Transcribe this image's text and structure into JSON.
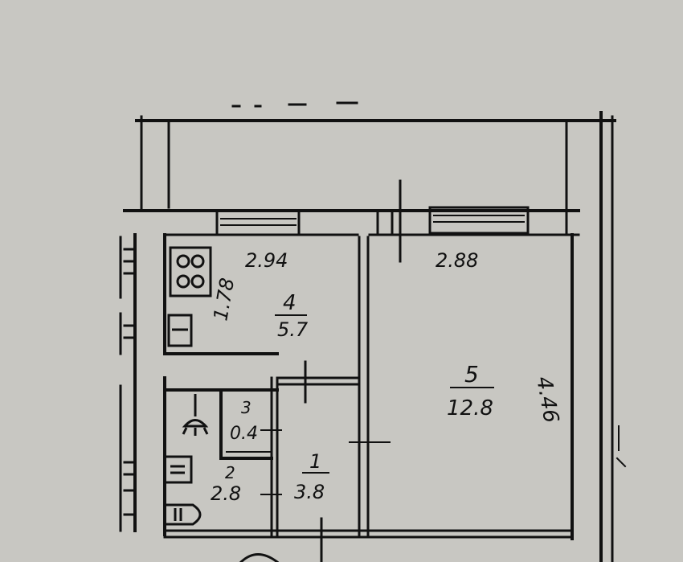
{
  "plan": {
    "rooms": [
      {
        "number": "4",
        "area": "5.7"
      },
      {
        "number": "5",
        "area": "12.8"
      },
      {
        "number": "3",
        "area": "0.4"
      },
      {
        "number": "2",
        "area": "2.8"
      },
      {
        "number": "1",
        "area": "3.8"
      }
    ],
    "dimensions": {
      "kitchen_width": "2.94",
      "kitchen_depth": "1.78",
      "room_width": "2.88",
      "room_depth": "4.46"
    }
  }
}
